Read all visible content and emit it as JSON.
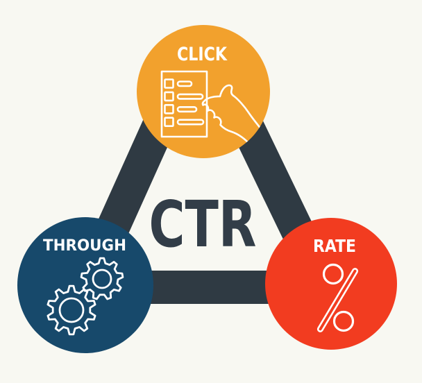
{
  "illustration": {
    "acronym": "CTR",
    "nodes": {
      "top": {
        "label": "CLICK",
        "icon": "checklist-pointing-hand-icon"
      },
      "left": {
        "label": "THROUGH",
        "icon": "gears-icon"
      },
      "right": {
        "label": "RATE",
        "icon": "percent-icon"
      }
    },
    "colors": {
      "background": "#f8f8f2",
      "triangle": "#2f3a43",
      "click_circle": "#f2a12d",
      "through_circle": "#17496b",
      "rate_circle": "#f23c20",
      "acronym_text": "#323d48",
      "icon_stroke": "#ffffff"
    }
  }
}
